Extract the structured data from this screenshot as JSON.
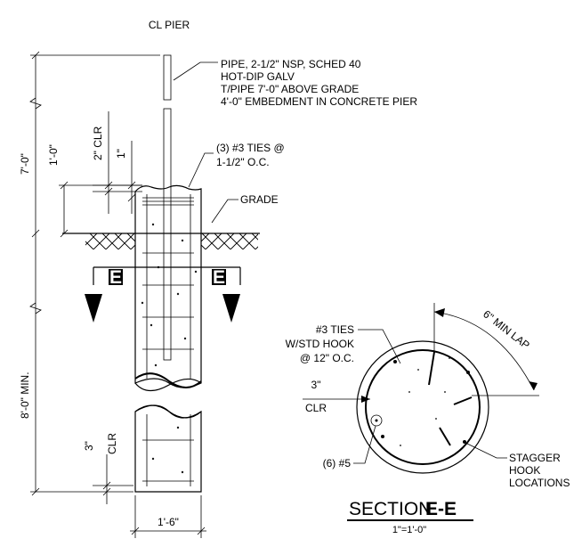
{
  "labels": {
    "cl_pier": "CL PIER",
    "pipe_note": [
      "PIPE, 2-1/2\" NSP, SCHED 40",
      "HOT-DIP GALV",
      "T/PIPE 7'-0\" ABOVE GRADE",
      "4'-0\" EMBEDMENT IN CONCRETE PIER"
    ],
    "ties_note": [
      "(3) #3 TIES @",
      "1-1/2\" O.C."
    ],
    "grade": "GRADE",
    "dim_7ft": "7'-0\"",
    "dim_1ft": "1'-0\"",
    "dim_2in_clr": "2\" CLR",
    "dim_1in": "1\"",
    "dim_8ft_min": "8'-0\" MIN.",
    "dim_3in": "3\"",
    "clr": "CLR",
    "dim_1ft6": "1'-6\"",
    "section_marker": "E",
    "ties_hook_note": [
      "#3 TIES",
      "W/STD HOOK",
      "@ 12\" O.C."
    ],
    "min_lap": "6\" MIN LAP",
    "section_3in": "3\"",
    "section_clr": "CLR",
    "bars": "(6) #5",
    "stagger_note": [
      "STAGGER",
      "HOOK",
      "LOCATIONS"
    ],
    "section_title": "SECTION",
    "section_letter": "E-E",
    "scale": "1\"=1'-0\""
  }
}
